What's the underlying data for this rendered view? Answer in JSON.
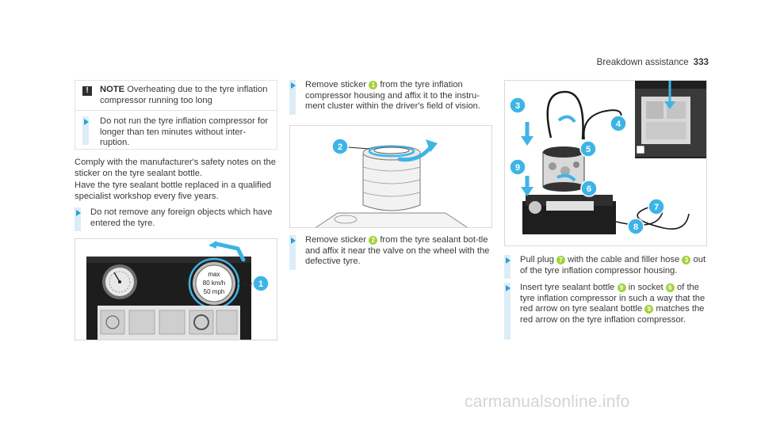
{
  "header": {
    "section": "Breakdown assistance",
    "page_number": "333"
  },
  "note": {
    "icon": "!",
    "label": "NOTE",
    "text": "Overheating due to the tyre inflation compressor running too long",
    "step": "Do not run the tyre inflation compressor for longer than ten minutes without inter-ruption."
  },
  "col1": {
    "para1": "Comply with the manufacturer's safety notes on the sticker on the tyre sealant bottle.",
    "para2": "Have the tyre sealant bottle replaced in a qualified specialist workshop every five years.",
    "step1": "Do not remove any foreign objects which have entered the tyre.",
    "figure": {
      "gauge_text_1": "max",
      "gauge_text_2": "80 km/h",
      "gauge_text_3": "50 mph",
      "callout_1": "1"
    }
  },
  "col2": {
    "step1_a": "Remove sticker",
    "step1_num": "1",
    "step1_b": "from the tyre inflation compressor housing and affix it to the instru-ment cluster within the driver's field of vision.",
    "step2_a": "Remove sticker",
    "step2_num": "2",
    "step2_b": "from the tyre sealant bot-tle and affix it near the valve on the wheel with the defective tyre.",
    "figure": {
      "callout_2": "2"
    }
  },
  "col3": {
    "step1_a": "Pull plug",
    "step1_num1": "7",
    "step1_b": "with the cable and filler hose",
    "step1_num2": "3",
    "step1_c": "out of the tyre inflation compressor housing.",
    "step2_a": "Insert tyre sealant bottle",
    "step2_num1": "9",
    "step2_b": "in socket",
    "step2_num2": "6",
    "step2_c": "of the tyre inflation compressor in such a way that the red arrow on tyre sealant bottle",
    "step2_num3": "9",
    "step2_d": "matches the red arrow on the tyre inflation compressor.",
    "figure": {
      "callout_3": "3",
      "callout_4": "4",
      "callout_5": "5",
      "callout_6": "6",
      "callout_7": "7",
      "callout_8": "8",
      "callout_9": "9"
    }
  },
  "watermark": "carmanualsonline.info",
  "colors": {
    "accent_blue": "#2b9fd8",
    "bar_blue": "#dcedf7",
    "callout_green": "#a3d23a",
    "figure_arrow": "#3eb4e6"
  }
}
